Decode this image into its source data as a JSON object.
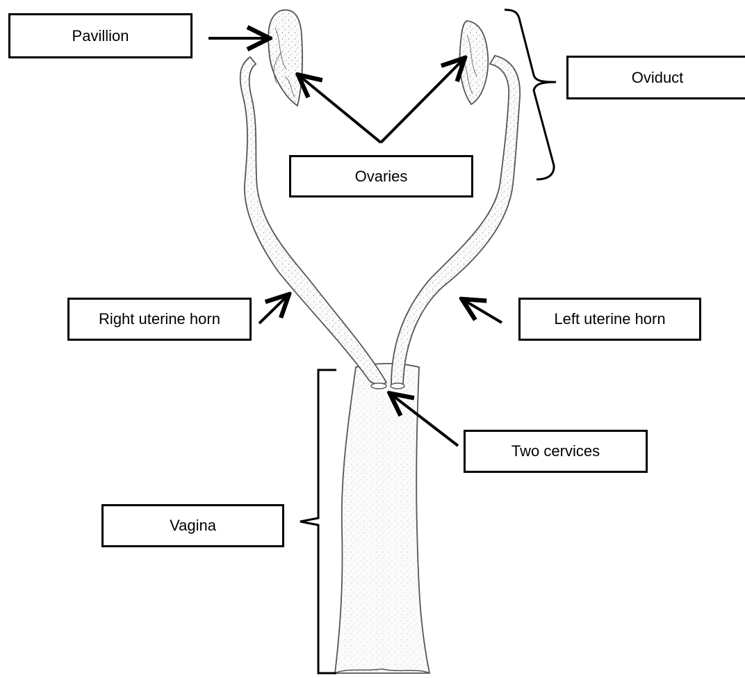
{
  "labels": {
    "pavillion": "Pavillion",
    "oviduct": "Oviduct",
    "ovaries": "Ovaries",
    "right_uterine_horn": "Right uterine horn",
    "left_uterine_horn": "Left uterine horn",
    "two_cervices": "Two cervices",
    "vagina": "Vagina"
  },
  "colors": {
    "outline": "#555555",
    "fill": "#fbfbfb",
    "ink": "#000000",
    "stipple": "#6a6a6a"
  }
}
